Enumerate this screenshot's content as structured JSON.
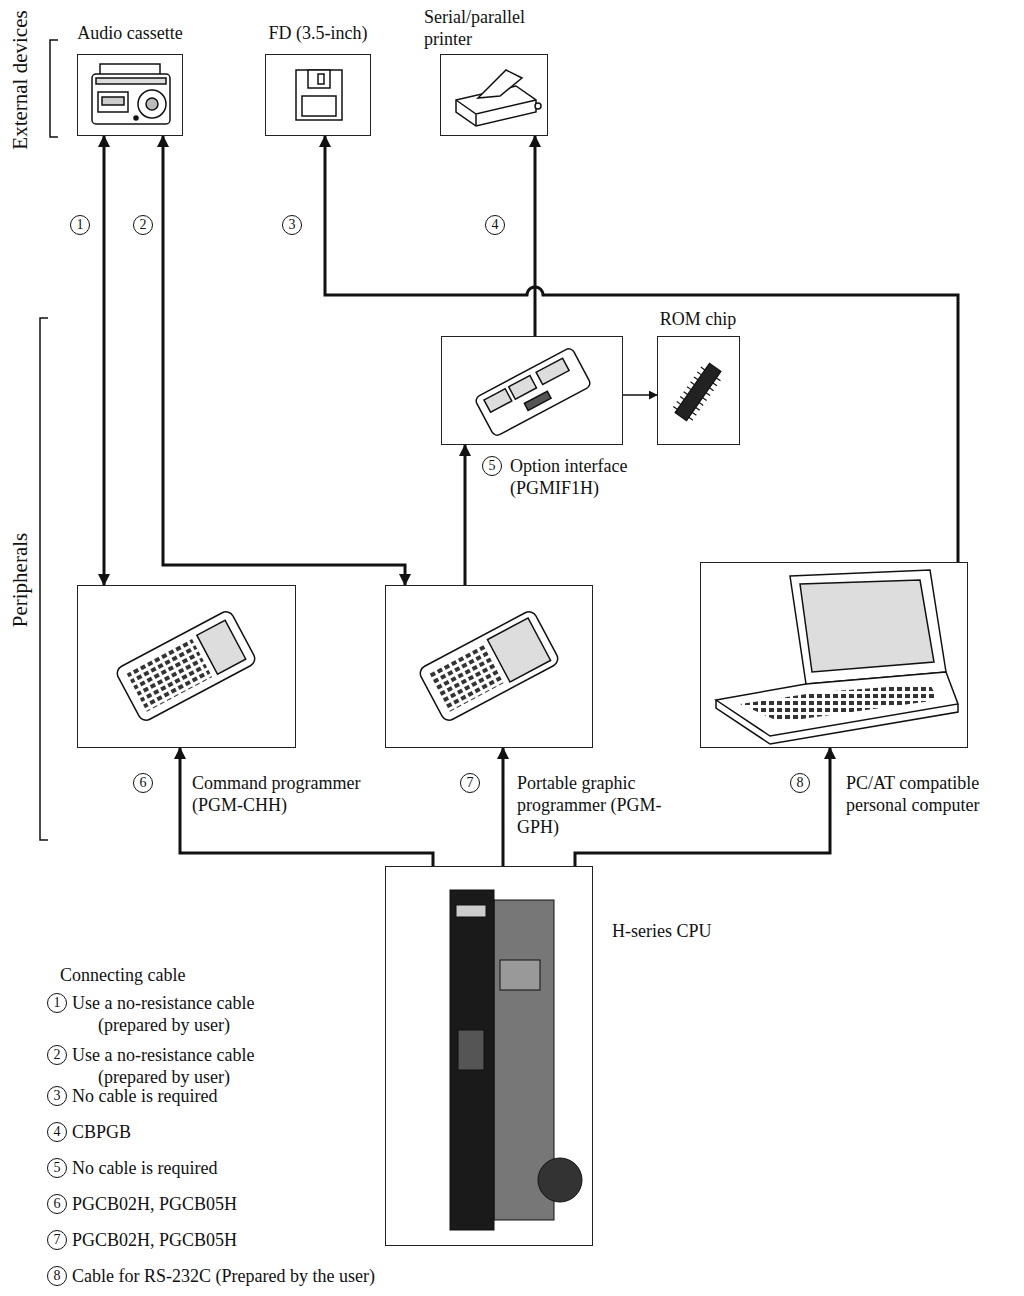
{
  "diagram": {
    "nodes": [
      {
        "text": [
          "Audio cassette"
        ]
      },
      {
        "text": [
          "FD (3.5-inch)"
        ]
      },
      {
        "text": [
          "Serial/parallel printer"
        ]
      },
      {
        "text": [
          "Option interface (PGMIF1H)"
        ]
      },
      {
        "text": [
          "ROM chip"
        ]
      },
      {
        "text": [
          "Command programmer (PGM-CHH)"
        ]
      },
      {
        "text": [
          "Portable graphic programmer (PGM-GPH)"
        ]
      },
      {
        "text": [
          "PC/AT compatible personal computer"
        ]
      },
      {
        "text": [
          "H-series CPU"
        ]
      }
    ],
    "edges": [
      {
        "from": 5,
        "to": 0,
        "arrow": "both"
      },
      {
        "from": 6,
        "to": 0,
        "arrow": "both"
      },
      {
        "from": 7,
        "to": 1,
        "arrow": "to"
      },
      {
        "from": 3,
        "to": 2,
        "arrow": "to"
      },
      {
        "from": 6,
        "to": 3,
        "arrow": "to"
      },
      {
        "from": 3,
        "to": 4,
        "arrow": "to"
      },
      {
        "from": 8,
        "to": 5,
        "arrow": "to"
      },
      {
        "from": 8,
        "to": 6,
        "arrow": "to"
      },
      {
        "from": 8,
        "to": 7,
        "arrow": "to"
      }
    ],
    "labels": [
      "External devices",
      "1",
      "2",
      "3",
      "4",
      "Peripherals",
      "5",
      "6",
      "7",
      "8",
      "Connecting cable",
      "1",
      "Use a no-resistance cable (prepared by user)",
      "2",
      "Use a no-resistance cable (prepared by user)",
      "3",
      "No cable is required",
      "4",
      "CBPGB",
      "5",
      "No cable is required",
      "6",
      "PGCB02H, PGCB05H",
      "7",
      "PGCB02H, PGCB05H",
      "8",
      "Cable for RS-232C (Prepared by the user)"
    ]
  }
}
